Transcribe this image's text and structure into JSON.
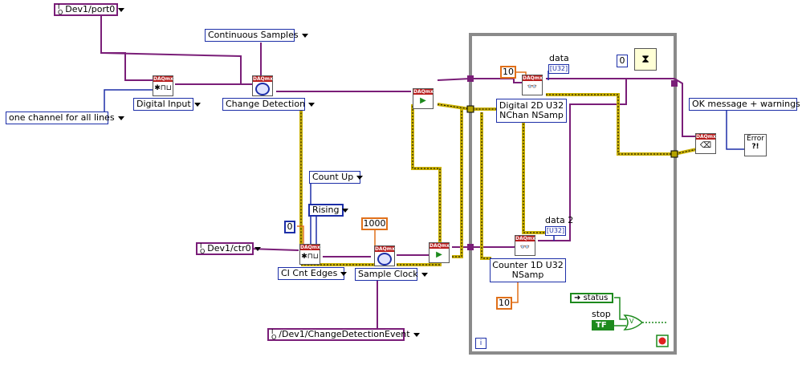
{
  "controls": {
    "port": "Dev1/port0",
    "sample_mode": "Continuous Samples",
    "line_grouping": "one channel for all lines",
    "digital_input": "Digital Input",
    "change_detection": "Change Detection",
    "count_direction": "Count Up",
    "edge": "Rising",
    "zero_const": "0",
    "ctr": "Dev1/ctr0",
    "samples_const": "1000",
    "ci_cnt_edges": "CI Cnt Edges",
    "sample_clock": "Sample Clock",
    "clock_source": "/Dev1/ChangeDetectionEvent"
  },
  "loop": {
    "read_count_1": "10",
    "data_label": "data",
    "data_type": "U32",
    "read_digital_line1": "Digital 2D U32",
    "read_digital_line2": "NChan NSamp",
    "wait_const": "0",
    "data2_label": "data 2",
    "data2_type": "U32",
    "read_counter_line1": "Counter 1D U32",
    "read_counter_line2": "NSamp",
    "read_count_2": "10",
    "status_label": "status",
    "stop_label": "stop",
    "stop_value": "TF",
    "or_label": "V",
    "iteration": "i"
  },
  "error": {
    "handler_mode": "OK message + warnings",
    "error_label": "Error"
  },
  "colors": {
    "task_wire": "#7a1e78",
    "error_wire": "#c9b000",
    "numeric": "#e0701a",
    "enum": "#1d2fa8",
    "boolean": "#1d8a1d",
    "daqmx_header": "#b81d1d",
    "loop_frame": "#8a8a8a"
  }
}
